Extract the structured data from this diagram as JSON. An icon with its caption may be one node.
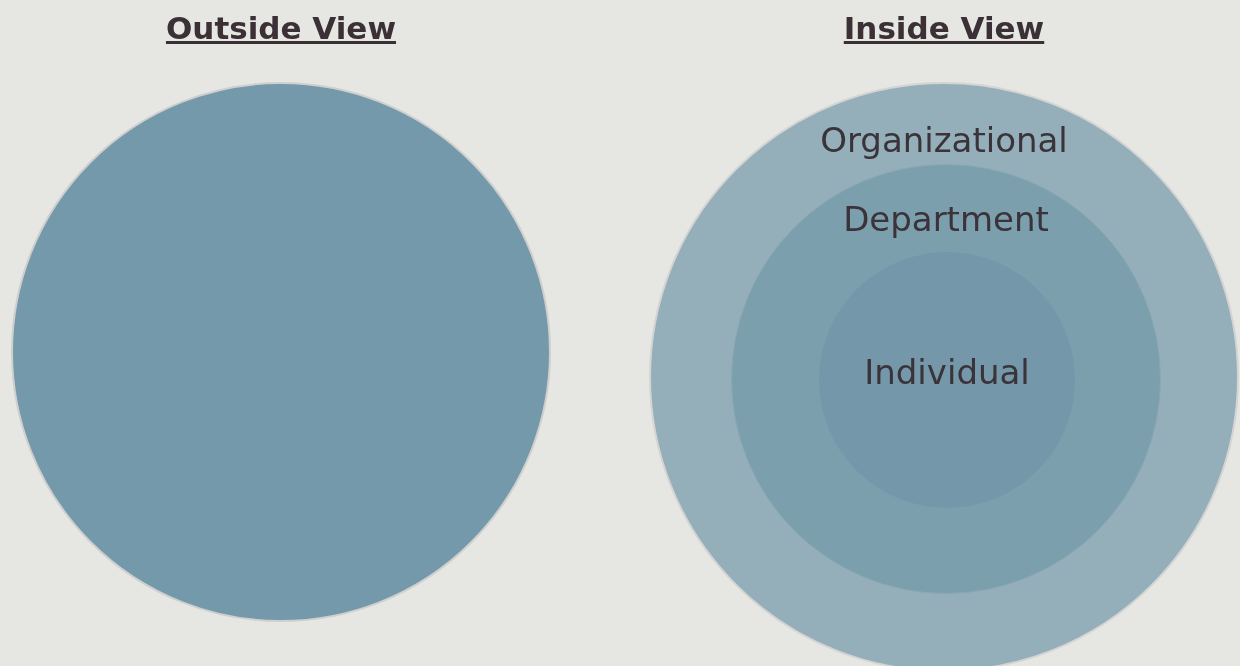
{
  "diagram": {
    "nodes": [
      {
        "text": [],
        "shape": "circle"
      },
      {
        "text": [
          "Organizational"
        ]
      },
      {
        "text": [
          "Department"
        ],
        "in": 1
      },
      {
        "text": [
          "Individual"
        ],
        "in": 2
      }
    ],
    "edges": [],
    "labels": [
      "Outside View",
      "Inside View"
    ]
  }
}
